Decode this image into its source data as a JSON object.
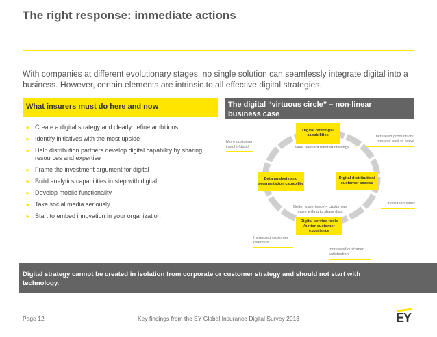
{
  "title": "The right response: immediate actions",
  "intro": "With companies at different evolutionary stages, no single solution can seamlessly integrate digital into a business. However, certain elements are intrinsic to all effective digital strategies.",
  "left_header": "What insurers must do here and now",
  "right_header": "The digital “virtuous circle” – non-linear business case",
  "actions": [
    "Create a digital strategy and clearly define ambitions",
    "Identify initiatives with the most upside",
    "Help distribution partners develop digital capability by sharing resources and expertise",
    "Frame the investment argument for digital",
    "Build analytics capabilities in step with digital",
    "Develop mobile functionality",
    "Take social media seriously",
    "Start to embed innovation in your organization"
  ],
  "circle": {
    "box_top": "Digital offerings/ capabilities",
    "box_left": "Data analysis and segmentation capability",
    "box_right": "Digital distribution/ customer access",
    "box_bottom": "Digital service tools /better customer experience",
    "label_top": "More relevant tailored offerings",
    "label_bottom": "Better experience = customers more willing to share data",
    "note_more_insight": "More customer insight (data)",
    "note_productivity": "Increased productivity/ reduced cost to serve",
    "note_sales": "Increased sales",
    "note_retention": "Increased customer retention",
    "note_satisfaction": "Increased customer satisfaction"
  },
  "footer_bar": "Digital strategy cannot be created in isolation from corporate or customer strategy and should not start with technology.",
  "page_label": "Page 12",
  "footer_text": "Key findings from the EY Global Insurance Digital Survey 2013",
  "logo": "EY",
  "colors": {
    "accent": "#ffe600",
    "dark": "#646464",
    "text": "#333333"
  }
}
